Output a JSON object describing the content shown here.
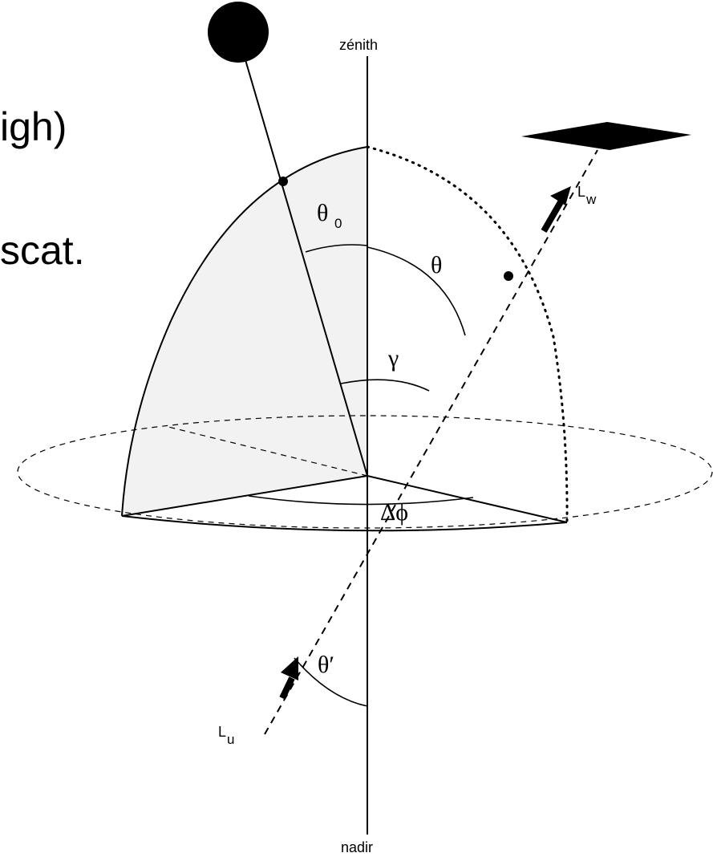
{
  "slide_fragments": [
    "igh)",
    "scat."
  ],
  "labels": {
    "zenith": "zénith",
    "nadir": "nadir",
    "theta0": "θ",
    "theta0_sub": "0",
    "theta": "θ",
    "gamma": "γ",
    "delta_phi": "Δϕ",
    "theta_prime": "θ′",
    "Lw": "L",
    "Lw_sub": "w",
    "Lu": "L",
    "Lu_sub": "u"
  },
  "colors": {
    "ink": "#000000",
    "shaded_region": "#f2f2f2",
    "background": "#ffffff"
  }
}
